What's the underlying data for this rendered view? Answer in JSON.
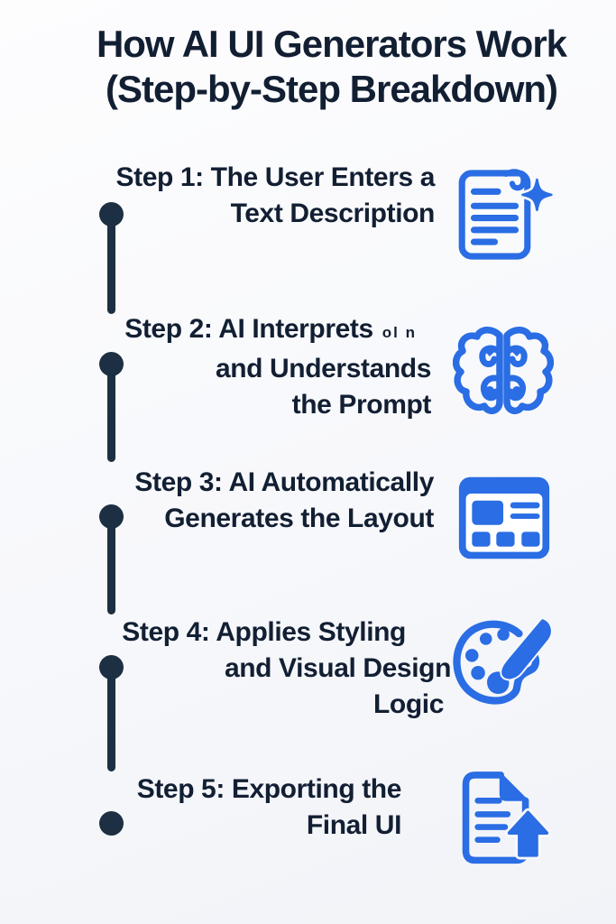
{
  "colors": {
    "background": "#f8f9fb",
    "ink": "#121f33",
    "timeline": "#1d2f42",
    "accent": "#2a6de4",
    "icon_panel": "#ffffff"
  },
  "title": {
    "line1": "How AI UI Generators Work",
    "line2": "(Step-by-Step Breakdown)"
  },
  "steps": [
    {
      "id": 1,
      "icon": "document-sparkle-icon",
      "lines": [
        "Step 1: The User Enters a",
        "Text Description"
      ]
    },
    {
      "id": 2,
      "icon": "brain-icon",
      "artifact": "ol n",
      "lines": [
        "Step 2: AI Interprets",
        "and Understands",
        "the Prompt"
      ]
    },
    {
      "id": 3,
      "icon": "layout-icon",
      "lines": [
        "Step 3: AI Automatically",
        "Generates the Layout"
      ]
    },
    {
      "id": 4,
      "icon": "palette-brush-icon",
      "lines": [
        "Step 4: Applies Styling",
        "and Visual Design",
        "Logic"
      ]
    },
    {
      "id": 5,
      "icon": "document-export-icon",
      "lines": [
        "Step 5: Exporting the",
        "Final UI"
      ]
    }
  ]
}
